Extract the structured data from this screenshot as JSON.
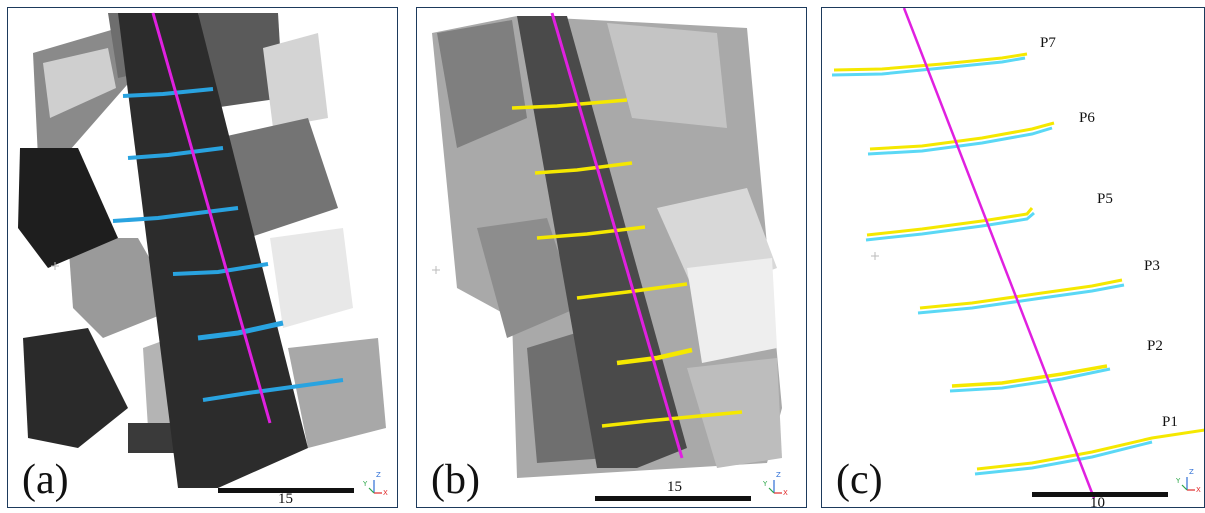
{
  "panels": {
    "a": {
      "label": "(a)",
      "scale_label": "15"
    },
    "b": {
      "label": "(b)",
      "scale_label": "15"
    },
    "c": {
      "label": "(c)",
      "scale_label": "10"
    }
  },
  "profiles": [
    "P7",
    "P6",
    "P5",
    "P3",
    "P2",
    "P1"
  ],
  "axis_letters": {
    "z": "Z",
    "y": "Y",
    "x": "X"
  },
  "colors": {
    "trajectory": "#e020e0",
    "profile_blue": "#29a3e0",
    "profile_yellow": "#f5e800",
    "profile_cyan": "#5ad8f5",
    "frame": "#1d3a5c"
  }
}
